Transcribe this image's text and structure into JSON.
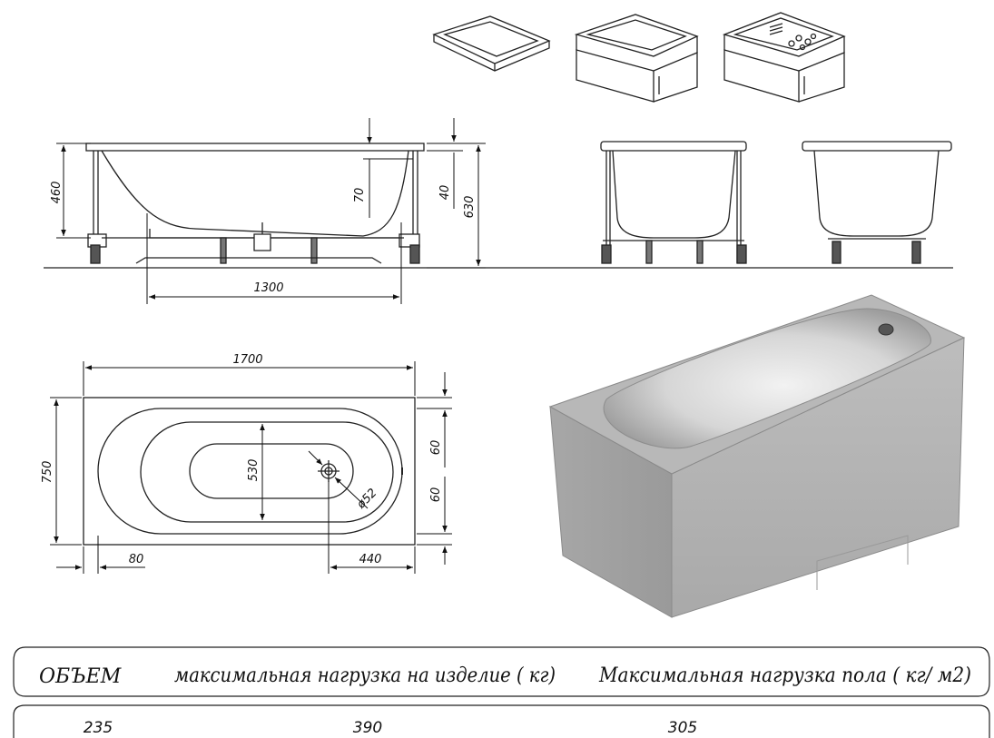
{
  "dimensions": {
    "height_460": "460",
    "wall_70": "70",
    "rim_40": "40",
    "total_630": "630",
    "inner_1300": "1300",
    "length_1700": "1700",
    "width_750": "750",
    "inner_530": "530",
    "drain_52": "ø52",
    "offset_60_top": "60",
    "offset_60_bottom": "60",
    "offset_80": "80",
    "drain_440": "440"
  },
  "table": {
    "headers": [
      "ОБЪЕМ",
      "максимальная нагрузка на изделие ( кг)",
      "Максимальная нагрузка пола ( кг/ м2)"
    ],
    "values": [
      "235",
      "390",
      "305"
    ]
  }
}
